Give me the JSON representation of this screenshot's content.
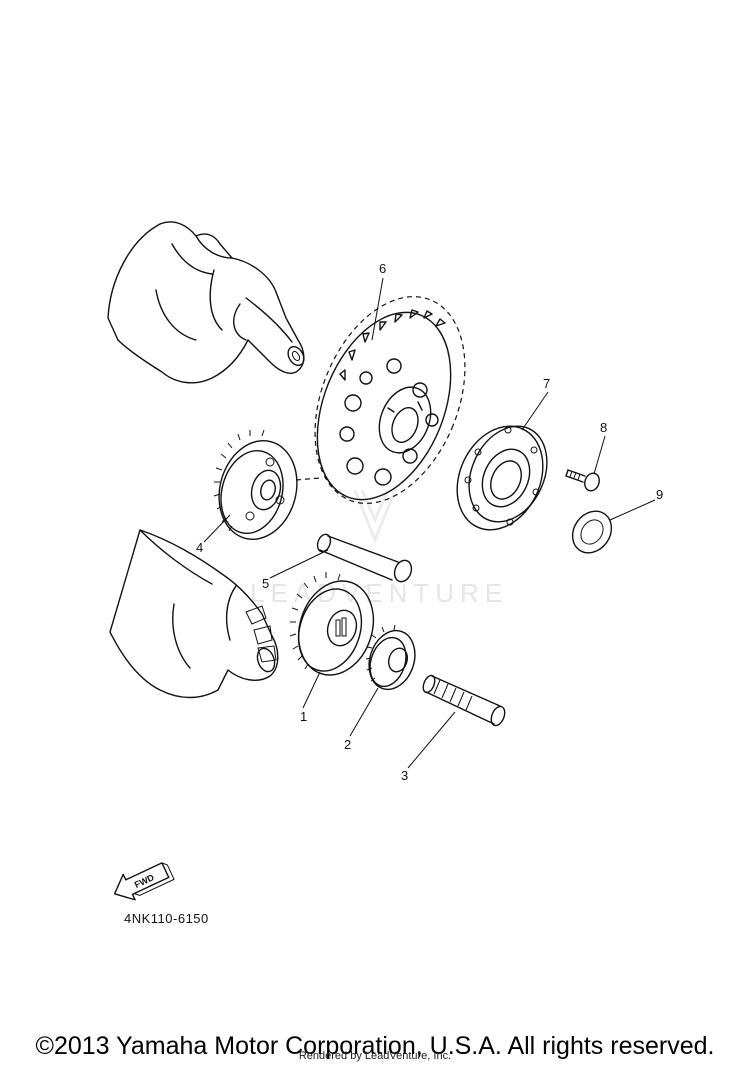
{
  "callouts": [
    {
      "id": "1",
      "label": "1"
    },
    {
      "id": "2",
      "label": "2"
    },
    {
      "id": "3",
      "label": "3"
    },
    {
      "id": "4",
      "label": "4"
    },
    {
      "id": "5",
      "label": "5"
    },
    {
      "id": "6",
      "label": "6"
    },
    {
      "id": "7",
      "label": "7"
    },
    {
      "id": "8",
      "label": "8"
    },
    {
      "id": "9",
      "label": "9"
    }
  ],
  "fwd_label": "FWD",
  "part_code": "4NK110-6150",
  "watermark": "LEADVENTURE",
  "copyright": "©2013 Yamaha Motor Corporation, U.S.A. All rights reserved.",
  "rendered_by": "Rendered by LeadVenture, Inc."
}
